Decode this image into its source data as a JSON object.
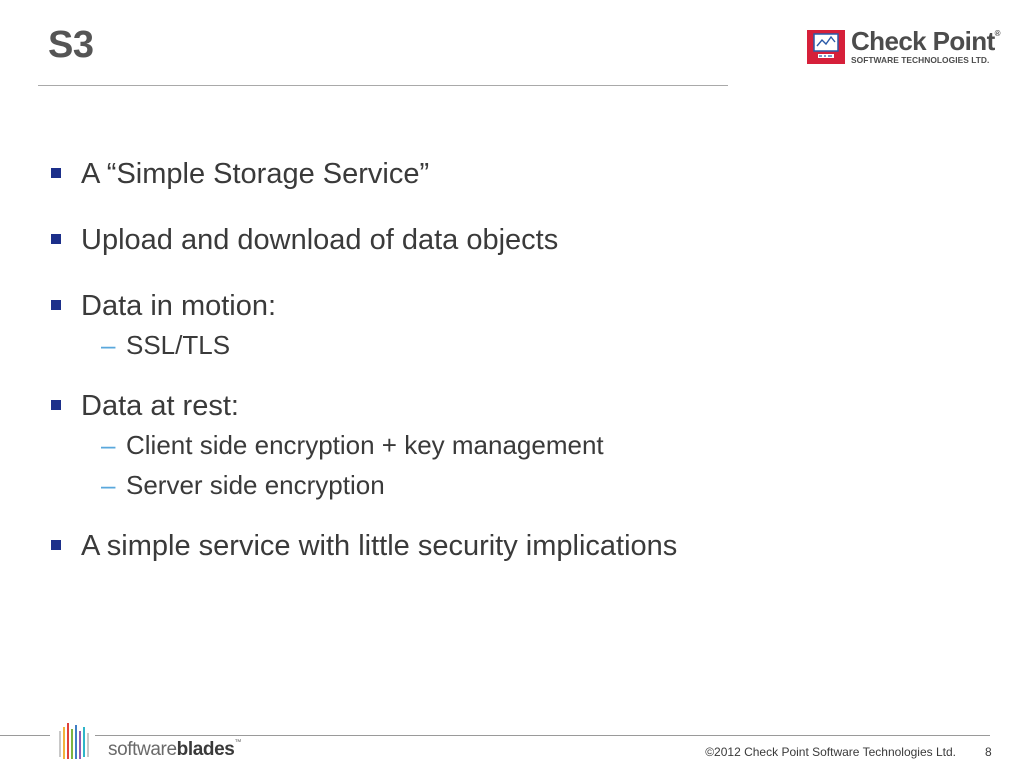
{
  "slide": {
    "title": "S3"
  },
  "logo": {
    "name": "Check Point",
    "registered": "®",
    "subtitle": "SOFTWARE TECHNOLOGIES LTD.",
    "colors": {
      "red": "#d6203a",
      "blue": "#2a5aa8"
    }
  },
  "bullets": [
    {
      "text": "A “Simple Storage Service”",
      "subs": []
    },
    {
      "text": "Upload and download of data objects",
      "subs": []
    },
    {
      "text": "Data in motion:",
      "subs": [
        "SSL/TLS"
      ]
    },
    {
      "text": "Data at rest:",
      "subs": [
        "Client side encryption + key management",
        "Server side encryption"
      ]
    },
    {
      "text": "A simple service with little security implications",
      "subs": []
    }
  ],
  "sub_dash": "–",
  "colors": {
    "bullet_marker": "#1c2f8a",
    "sub_dash": "#5aa8dc",
    "title": "#555555"
  },
  "footer": {
    "brand_light": "software",
    "brand_bold": "blades",
    "brand_tm": "™",
    "copyright": "©2012 Check Point Software Technologies Ltd.",
    "page_number": "8"
  }
}
